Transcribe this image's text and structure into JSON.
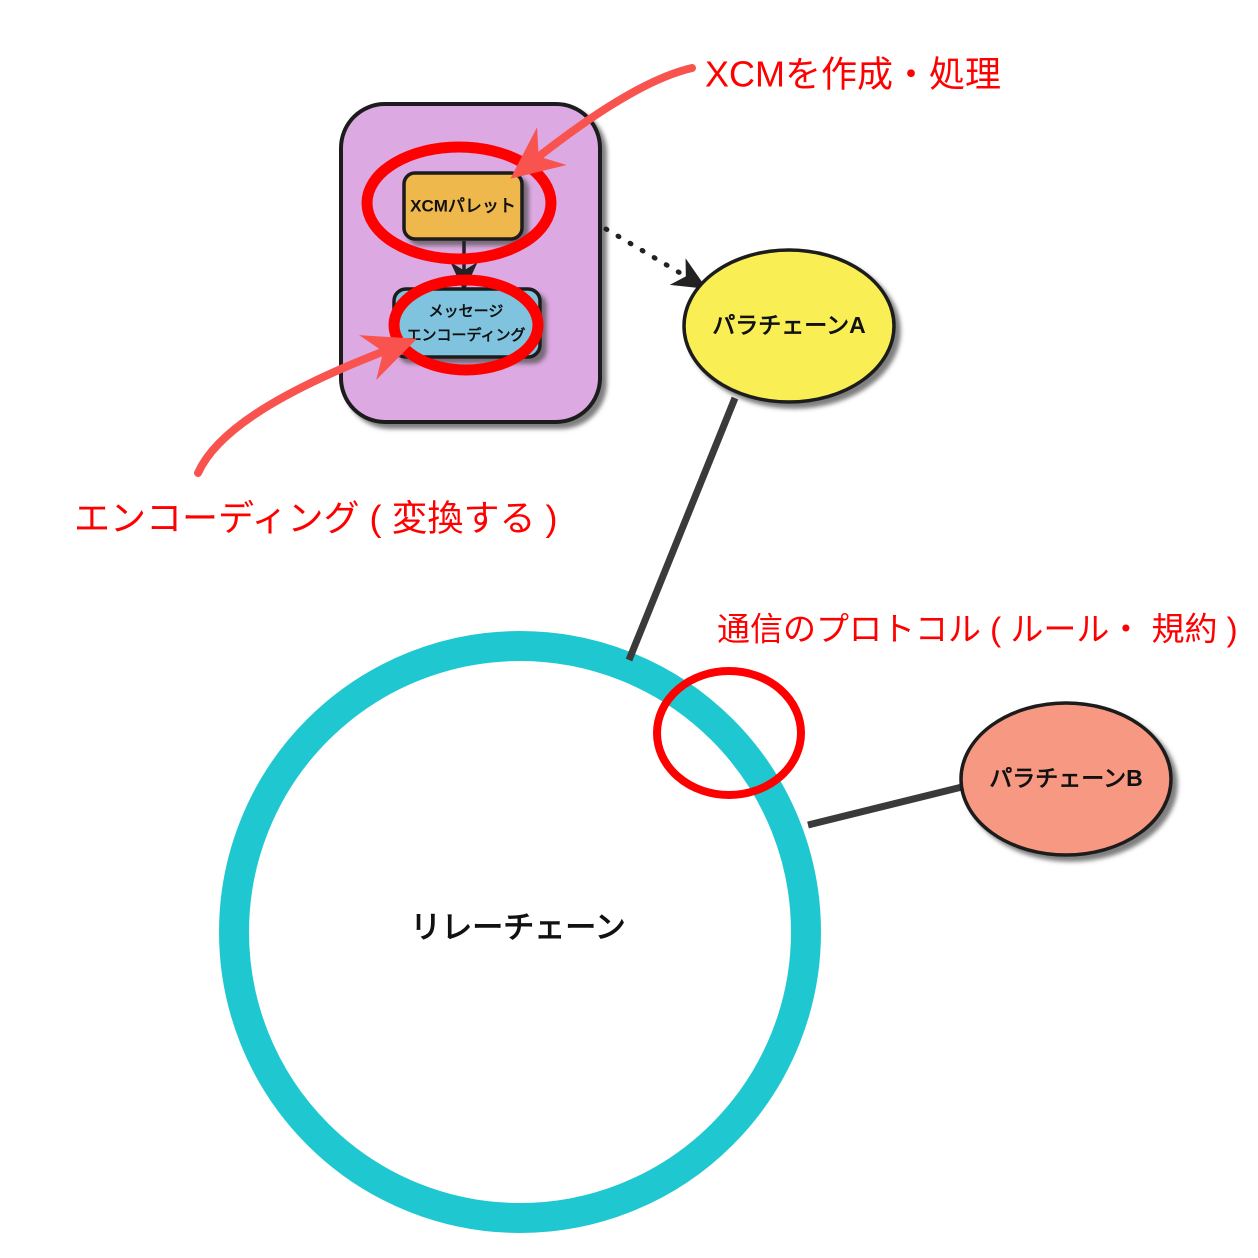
{
  "diagram": {
    "title": "XCM cross-chain messaging overview",
    "background_color": "#ffffff",
    "nodes": {
      "parachain_container": {
        "label": "",
        "fill_color": "#DDA9E3",
        "stroke_color": "#1a1a1a"
      },
      "xcm_pallet": {
        "label": "XCMパレット",
        "fill_color": "#EFB84E",
        "stroke_color": "#1a1a1a",
        "text_color": "#111111"
      },
      "message_encoding": {
        "label_line1": "メッセージ",
        "label_line2": "エンコーディング",
        "fill_color": "#7FC3DE",
        "stroke_color": "#1a1a1a",
        "text_color": "#111111"
      },
      "parachain_a": {
        "label": "パラチェーンA",
        "fill_color": "#F9EF55",
        "stroke_color": "#1a1a1a",
        "text_color": "#111111"
      },
      "parachain_b": {
        "label": "パラチェーンB",
        "fill_color": "#F79982",
        "stroke_color": "#1a1a1a",
        "text_color": "#111111"
      },
      "relay_chain": {
        "label": "リレーチェーン",
        "ring_color": "#1FC8D0",
        "text_color": "#111111"
      }
    },
    "connectors": {
      "pallet_to_encoding": {
        "style": "solid-arrow",
        "color": "#222222"
      },
      "container_to_parachain_a": {
        "style": "dotted-arrow",
        "color": "#222222"
      },
      "parachain_a_to_relay": {
        "style": "solid-line",
        "color": "#3a3a3a"
      },
      "parachain_b_to_relay": {
        "style": "solid-line",
        "color": "#3a3a3a"
      }
    },
    "annotations": {
      "color": "#ff0000",
      "items": [
        {
          "id": "xcm-create-process",
          "label": "XCMを作成・処理",
          "target": "xcm_pallet"
        },
        {
          "id": "encoding-meaning",
          "label": "エンコーディング ( 変換する )",
          "target": "message_encoding"
        },
        {
          "id": "communication-protocol",
          "label": "通信のプロトコル ( ルール・ 規約 )",
          "target": "relay_chain"
        }
      ],
      "highlight_circles": [
        {
          "id": "circle-xcm-pallet",
          "target": "xcm_pallet"
        },
        {
          "id": "circle-message-encoding",
          "target": "message_encoding"
        },
        {
          "id": "circle-relay-protocol",
          "target": "relay_chain"
        }
      ]
    }
  }
}
